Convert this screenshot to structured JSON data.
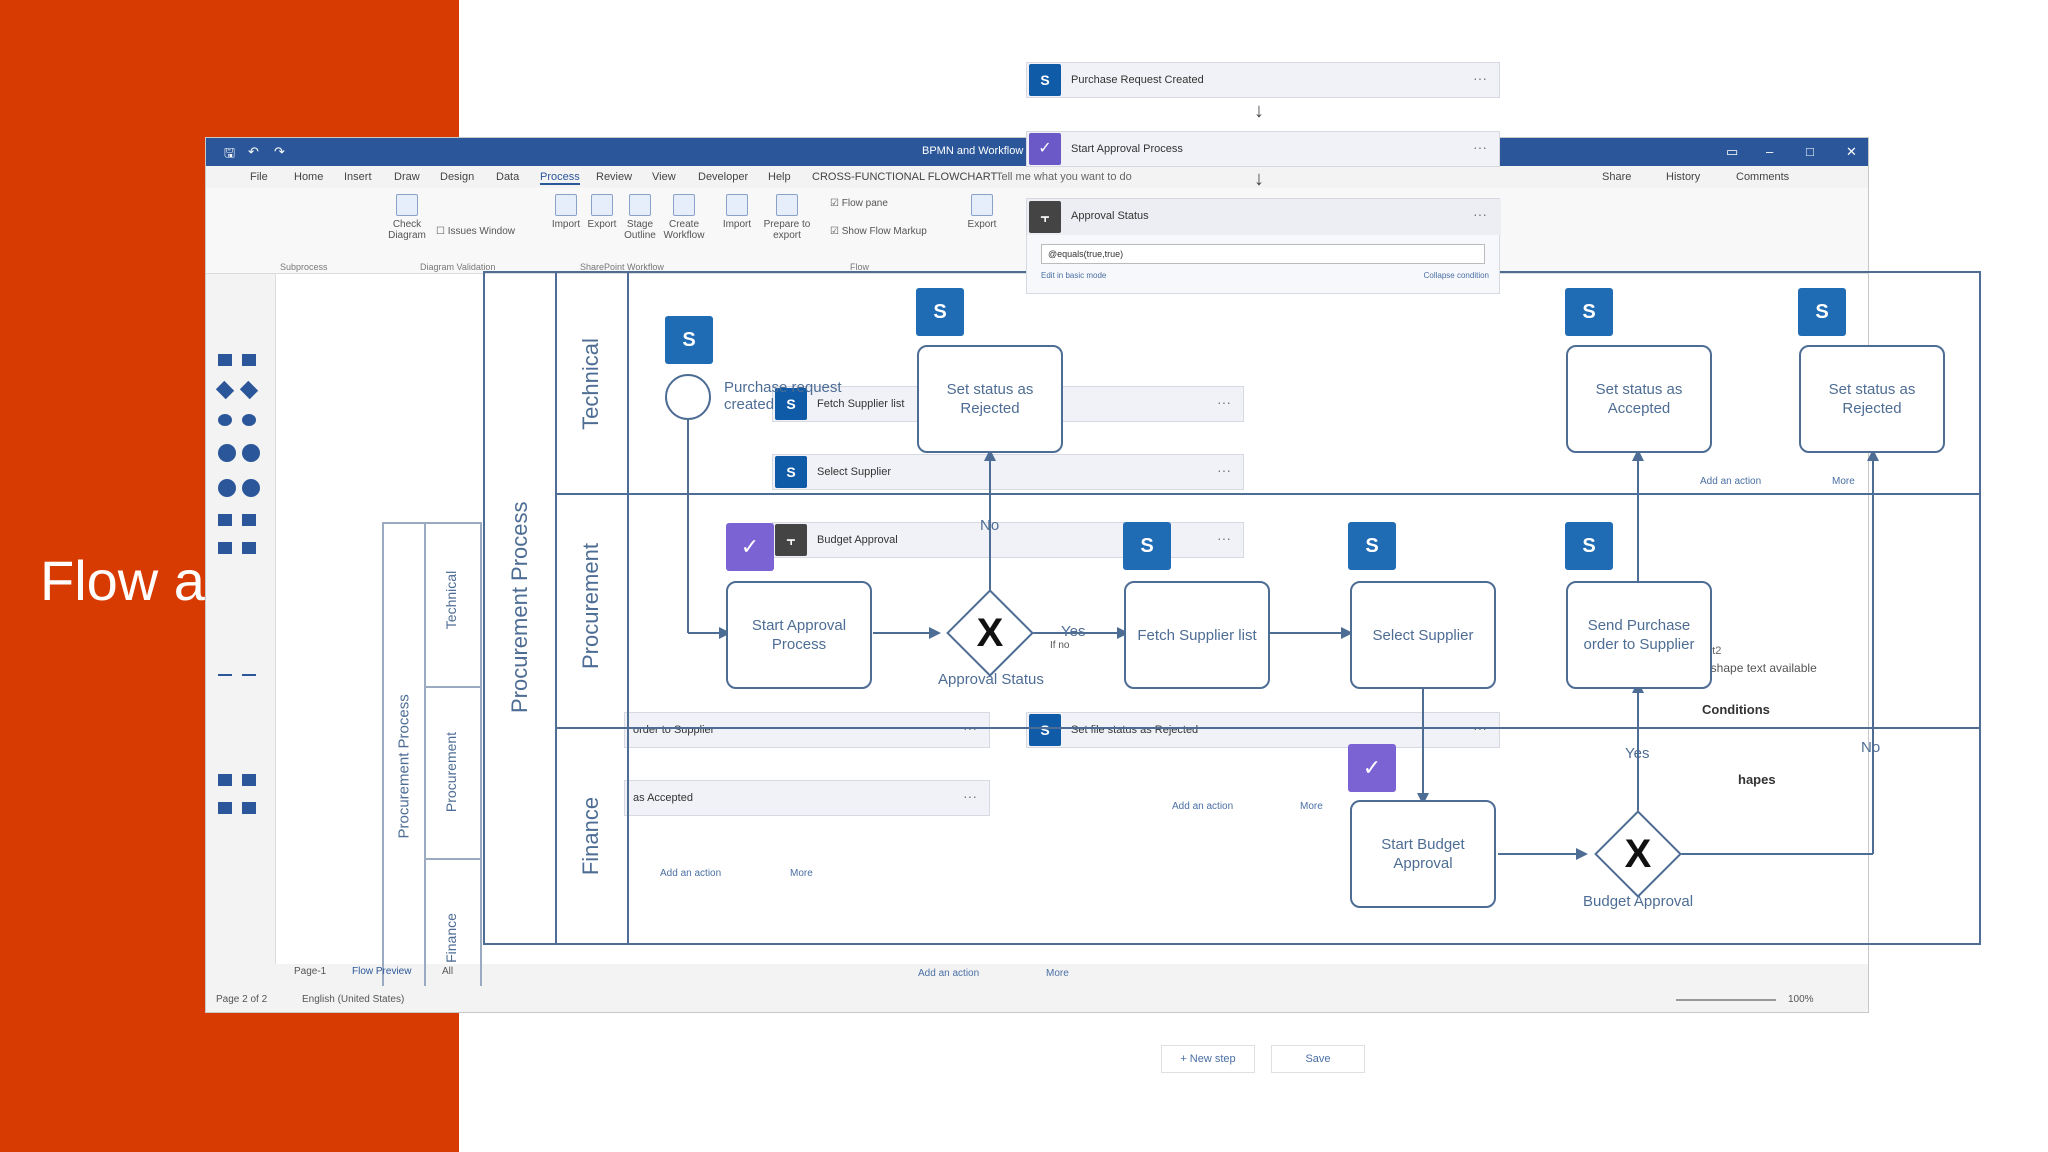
{
  "slide": {
    "title": "Flow a"
  },
  "visio": {
    "window_title": "BPMN and Workflow D",
    "menu": [
      "File",
      "Home",
      "Insert",
      "Draw",
      "Design",
      "Data",
      "Process",
      "Review",
      "View",
      "Developer",
      "Help",
      "CROSS-FUNCTIONAL FLOWCHART"
    ],
    "tell_me": "Tell me what you want to do",
    "share": "Share",
    "history": "History",
    "comments": "Comments",
    "ribbon": {
      "check_diagram": "Check Diagram",
      "issues_window": "Issues Window",
      "import1": "Import",
      "export1": "Export",
      "stage_outline": "Stage Outline",
      "create_workflow": "Create Workflow",
      "import2": "Import",
      "prepare_export": "Prepare to export",
      "flow_pane": "Flow pane",
      "show_flow_markup": "Show Flow Markup",
      "export2": "Export",
      "groups": [
        "Subprocess",
        "Diagram Validation",
        "SharePoint Workflow",
        "Flow"
      ]
    },
    "status": {
      "page": "Page 2 of 2",
      "language": "English (United States)",
      "tabs": [
        "Page-1",
        "Flow Preview",
        "All"
      ],
      "zoom": "100%"
    },
    "bg_shape_panel": {
      "start2": "Start2",
      "no_text": "No shape text available",
      "conditions": "Conditions",
      "shapes": "hapes"
    }
  },
  "flow_panel": {
    "cards": [
      {
        "label": "Purchase Request Created",
        "icon": "sharepoint"
      },
      {
        "label": "Start Approval Process",
        "icon": "approvals"
      },
      {
        "label": "Approval Status",
        "icon": "condition"
      }
    ],
    "condition_expression": "@equals(true,true)",
    "edit_basic": "Edit in basic mode",
    "collapse": "Collapse condition",
    "mid_cards": [
      {
        "label": "Fetch Supplier list"
      },
      {
        "label": "Select Supplier"
      },
      {
        "label": "Budget Approval"
      },
      {
        "label": "Set file status as Rejected"
      },
      {
        "label": "order to Supplier"
      },
      {
        "label": "as Accepted"
      }
    ],
    "add_action": "Add an action",
    "more": "More",
    "if_no": "If no",
    "new_step": "+ New step",
    "save": "Save"
  },
  "diagram": {
    "pool_title": "Procurement Process",
    "lanes": [
      "Technical",
      "Procurement",
      "Finance"
    ],
    "small_pool_title": "Procurement Process",
    "small_lanes": [
      "Technical",
      "Procurement",
      "Finance"
    ],
    "start_event_label": "Purchase request created",
    "tasks": {
      "start_approval": "Start Approval Process",
      "set_rejected_1": "Set status as Rejected",
      "fetch_supplier": "Fetch Supplier list",
      "select_supplier": "Select Supplier",
      "start_budget": "Start Budget Approval",
      "set_accepted": "Set status as Accepted",
      "set_rejected_2": "Set status as Rejected",
      "send_po": "Send Purchase order to Supplier"
    },
    "gateways": {
      "approval": {
        "symbol": "X",
        "caption": "Approval Status"
      },
      "budget": {
        "symbol": "X",
        "caption": "Budget Approval"
      }
    },
    "edge_labels": {
      "no1": "No",
      "yes1": "Yes",
      "yes2": "Yes",
      "no2": "No"
    }
  },
  "colors": {
    "accent_orange": "#d83b01",
    "visio_blue": "#2b579a",
    "sharepoint_blue": "#0f5ba8",
    "approvals_purple": "#7b63d3",
    "diagram_stroke": "#4e6d94"
  }
}
